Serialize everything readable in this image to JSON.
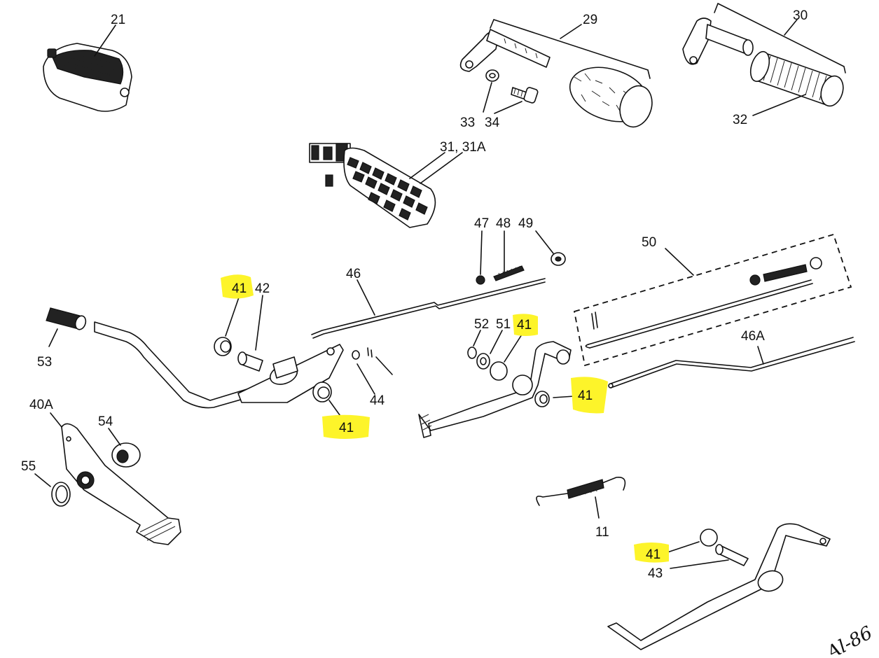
{
  "diagram": {
    "highlight_color": "#fdf42a",
    "labels": {
      "l21": "21",
      "l29": "29",
      "l30": "30",
      "l32": "32",
      "l33": "33",
      "l34": "34",
      "l31": "31, 31A",
      "l47": "47",
      "l48": "48",
      "l49": "49",
      "l50": "50",
      "l46": "46",
      "l46a": "46A",
      "l42": "42",
      "l44": "44",
      "l52": "52",
      "l51": "51",
      "l53": "53",
      "l40a": "40A",
      "l54": "54",
      "l55": "55",
      "l11": "11",
      "l43": "43"
    },
    "highlighted_labels": {
      "h41a": "41",
      "h41b": "41",
      "h41c": "41",
      "h41d": "41",
      "h41e": "41"
    },
    "signature": "Al-86"
  }
}
